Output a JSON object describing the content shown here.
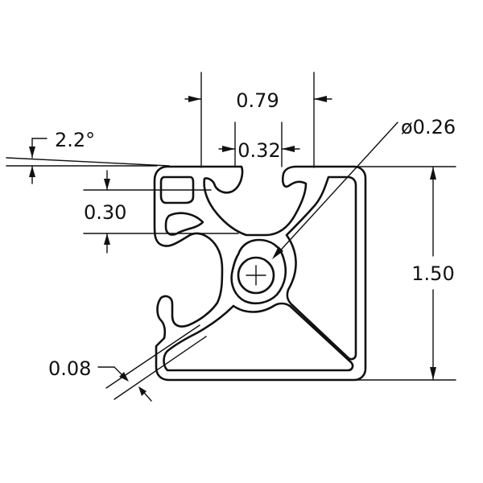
{
  "drawing": {
    "dimensions": {
      "width_top": "0.79",
      "slot_opening": "0.32",
      "slot_depth": "0.30",
      "height": "1.50",
      "wall_thickness": "0.08",
      "angle": "2.2°",
      "hole_diameter": "ø0.26"
    },
    "colors": {
      "line": "#111111",
      "background": "#ffffff"
    }
  }
}
